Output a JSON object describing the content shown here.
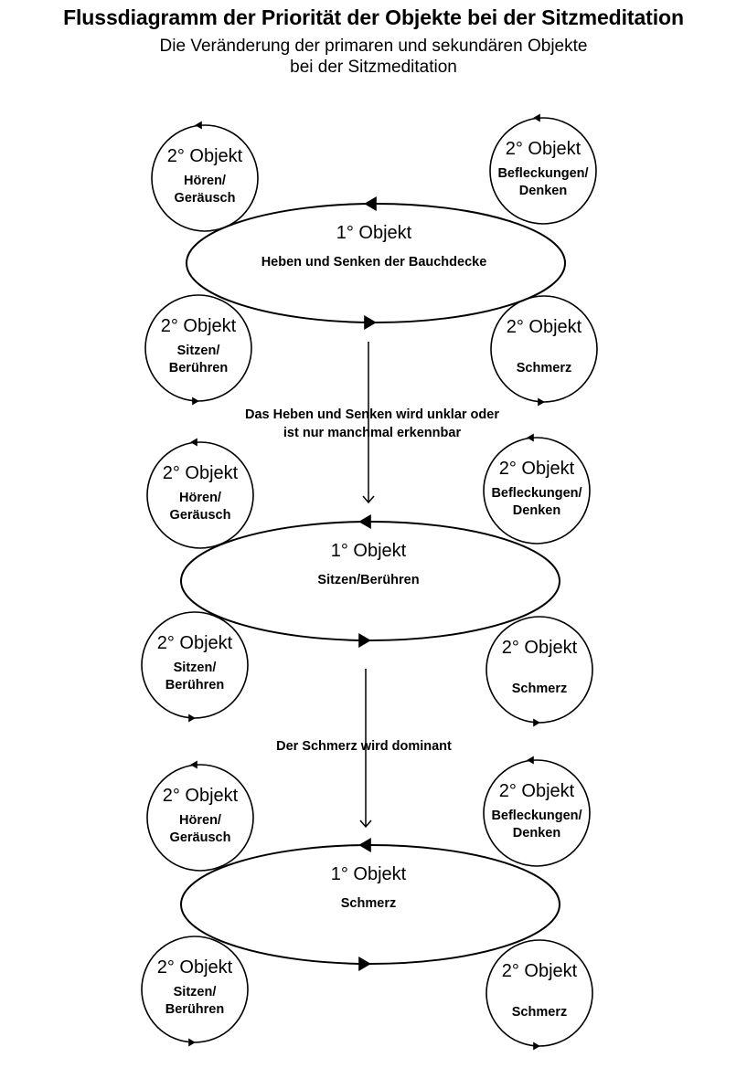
{
  "header": {
    "title": "Flussdiagramm der Priorität der Objekte bei der Sitzmeditation",
    "subtitle_line1": "Die Veränderung der primaren und sekundären Objekte",
    "subtitle_line2": "bei der Sitzmeditation"
  },
  "stages": [
    {
      "primary": {
        "heading": "1° Objekt",
        "label": "Heben und Senken der Bauchdecke"
      },
      "secondary": [
        {
          "position": "top-left",
          "heading": "2° Objekt",
          "lines": [
            "Hören/",
            "Geräusch"
          ]
        },
        {
          "position": "top-right",
          "heading": "2° Objekt",
          "lines": [
            "Befleckungen/",
            "Denken"
          ]
        },
        {
          "position": "bottom-left",
          "heading": "2° Objekt",
          "lines": [
            "Sitzen/",
            "Berühren"
          ]
        },
        {
          "position": "bottom-right",
          "heading": "2° Objekt",
          "lines": [
            "Schmerz"
          ]
        }
      ]
    },
    {
      "primary": {
        "heading": "1° Objekt",
        "label": "Sitzen/Berühren"
      },
      "secondary": [
        {
          "position": "top-left",
          "heading": "2° Objekt",
          "lines": [
            "Hören/",
            "Geräusch"
          ]
        },
        {
          "position": "top-right",
          "heading": "2° Objekt",
          "lines": [
            "Befleckungen/",
            "Denken"
          ]
        },
        {
          "position": "bottom-left",
          "heading": "2° Objekt",
          "lines": [
            "Sitzen/",
            "Berühren"
          ]
        },
        {
          "position": "bottom-right",
          "heading": "2° Objekt",
          "lines": [
            "Schmerz"
          ]
        }
      ]
    },
    {
      "primary": {
        "heading": "1° Objekt",
        "label": "Schmerz"
      },
      "secondary": [
        {
          "position": "top-left",
          "heading": "2° Objekt",
          "lines": [
            "Hören/",
            "Geräusch"
          ]
        },
        {
          "position": "top-right",
          "heading": "2° Objekt",
          "lines": [
            "Befleckungen/",
            "Denken"
          ]
        },
        {
          "position": "bottom-left",
          "heading": "2° Objekt",
          "lines": [
            "Sitzen/",
            "Berühren"
          ]
        },
        {
          "position": "bottom-right",
          "heading": "2° Objekt",
          "lines": [
            "Schmerz"
          ]
        }
      ]
    }
  ],
  "transitions": [
    {
      "lines": [
        "Das Heben und Senken wird unklar oder",
        "ist nur manchmal erkennbar"
      ]
    },
    {
      "lines": [
        "Der Schmerz wird dominant"
      ]
    }
  ],
  "colors": {
    "stroke": "#000000",
    "background": "#ffffff",
    "text": "#000000"
  }
}
